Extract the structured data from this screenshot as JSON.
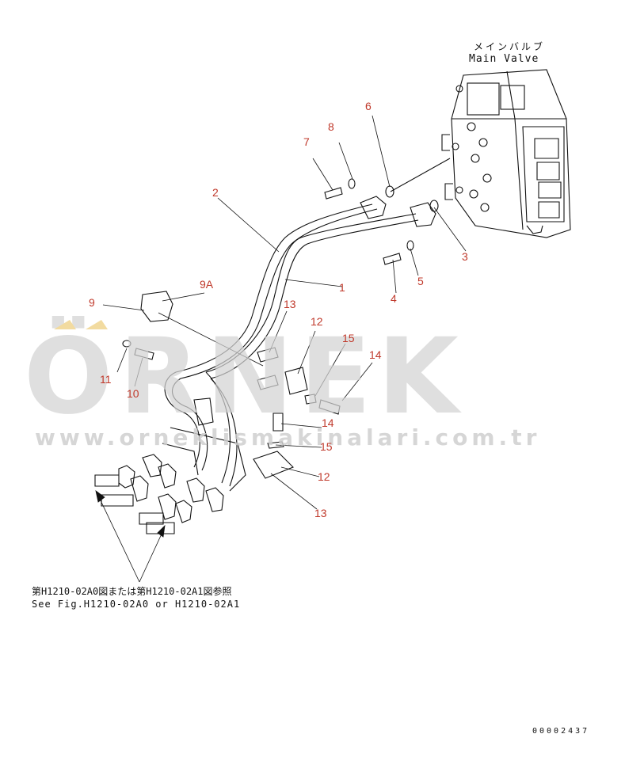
{
  "header": {
    "valve_label_jp": "メインバルブ",
    "valve_label_en": "Main Valve"
  },
  "callouts": {
    "p1": "1",
    "p2": "2",
    "p3": "3",
    "p4": "4",
    "p5": "5",
    "p6": "6",
    "p7": "7",
    "p8": "8",
    "p9": "9",
    "p9a": "9A",
    "p10": "10",
    "p11": "11",
    "p12a": "12",
    "p12b": "12",
    "p13a": "13",
    "p13b": "13",
    "p14a": "14",
    "p14b": "14",
    "p15a": "15",
    "p15b": "15"
  },
  "reference": {
    "line_jp": "第H1210-02A0図または第H1210-02A1図参照",
    "line_en": "See Fig.H1210-02A0 or H1210-02A1"
  },
  "watermark": {
    "brand": "ÖRNEK",
    "url": "www.orneklismakinalari.com.tr",
    "color": "#cfcfcf",
    "accent": "#f2dba0"
  },
  "footer": {
    "drawing_number": "00002437"
  },
  "colors": {
    "callout": "#c0392b",
    "line": "#111111"
  }
}
